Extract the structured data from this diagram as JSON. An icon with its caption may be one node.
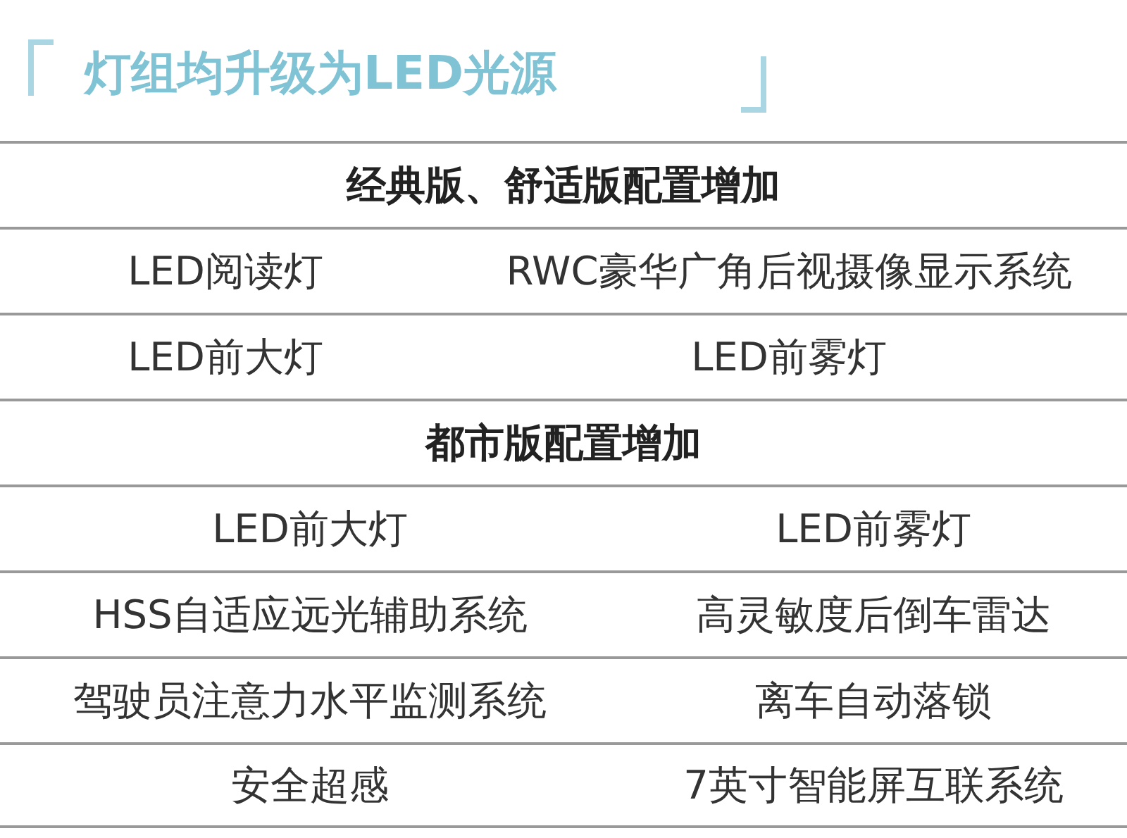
{
  "diagram": {
    "title": "灯组均升级为LED光源",
    "labels": [
      "经典版、舒适版配置增加",
      "LED阅读灯",
      "RWC豪华广角后视摄像显示系统",
      "LED前大灯",
      "LED前雾灯",
      "都市版配置增加",
      "LED前大灯",
      "LED前雾灯",
      "HSS自适应远光辅助系统",
      "高灵敏度后倒车雷达",
      "驾驶员注意力水平监测系统",
      "离车自动落锁",
      "安全超感",
      "7英寸智能屏互联系统"
    ]
  }
}
